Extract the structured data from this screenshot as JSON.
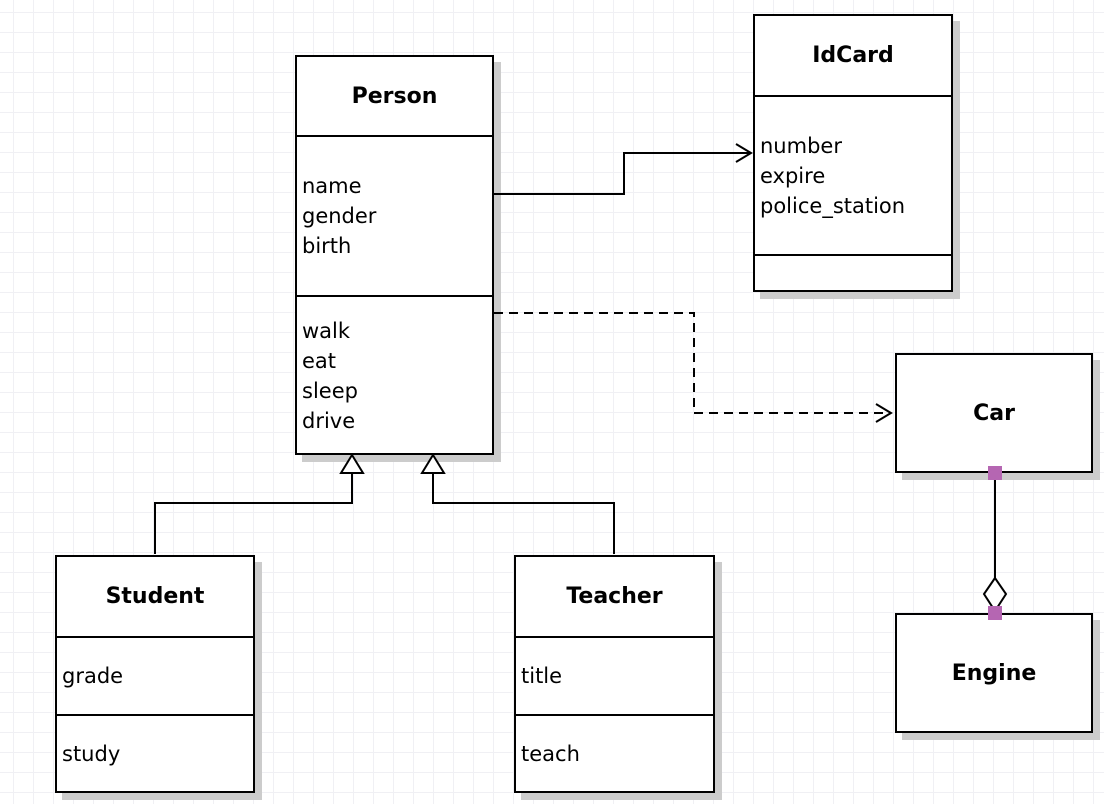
{
  "diagram": {
    "type": "uml-class-diagram",
    "classes": [
      {
        "name": "Person",
        "attributes": [
          "name",
          "gender",
          "birth"
        ],
        "methods": [
          "walk",
          "eat",
          "sleep",
          "drive"
        ]
      },
      {
        "name": "IdCard",
        "attributes": [
          "number",
          "expire",
          "police_station"
        ],
        "methods": []
      },
      {
        "name": "Car",
        "attributes": [],
        "methods": []
      },
      {
        "name": "Engine",
        "attributes": [],
        "methods": []
      },
      {
        "name": "Student",
        "attributes": [
          "grade"
        ],
        "methods": [
          "study"
        ]
      },
      {
        "name": "Teacher",
        "attributes": [
          "title"
        ],
        "methods": [
          "teach"
        ]
      }
    ],
    "relationships": [
      {
        "from": "Person",
        "to": "IdCard",
        "type": "association",
        "line": "solid",
        "arrowhead": "open"
      },
      {
        "from": "Person",
        "to": "Car",
        "type": "dependency",
        "line": "dashed",
        "arrowhead": "open"
      },
      {
        "from": "Student",
        "to": "Person",
        "type": "generalization",
        "line": "solid",
        "arrowhead": "hollow-triangle"
      },
      {
        "from": "Teacher",
        "to": "Person",
        "type": "generalization",
        "line": "solid",
        "arrowhead": "hollow-triangle"
      },
      {
        "from": "Car",
        "to": "Engine",
        "type": "aggregation",
        "line": "solid",
        "arrowhead": "hollow-diamond"
      }
    ],
    "colors": {
      "box_fill": "#ffffff",
      "box_border": "#000000",
      "shadow": "#cccccc",
      "grid_line": "#f0f0f4",
      "connection_handle": "#b566b2"
    }
  }
}
